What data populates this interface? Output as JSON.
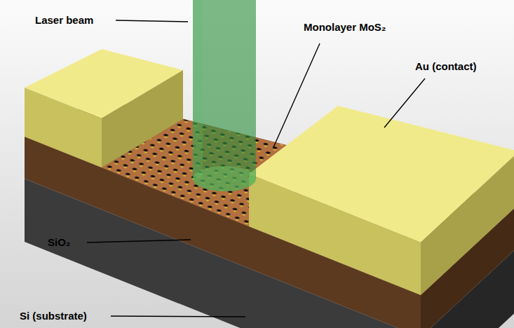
{
  "diagram": {
    "labels": [
      "Laser beam",
      "Monolayer MoS₂",
      "Au (contact)",
      "SiO₂",
      "Si (substrate)"
    ]
  }
}
